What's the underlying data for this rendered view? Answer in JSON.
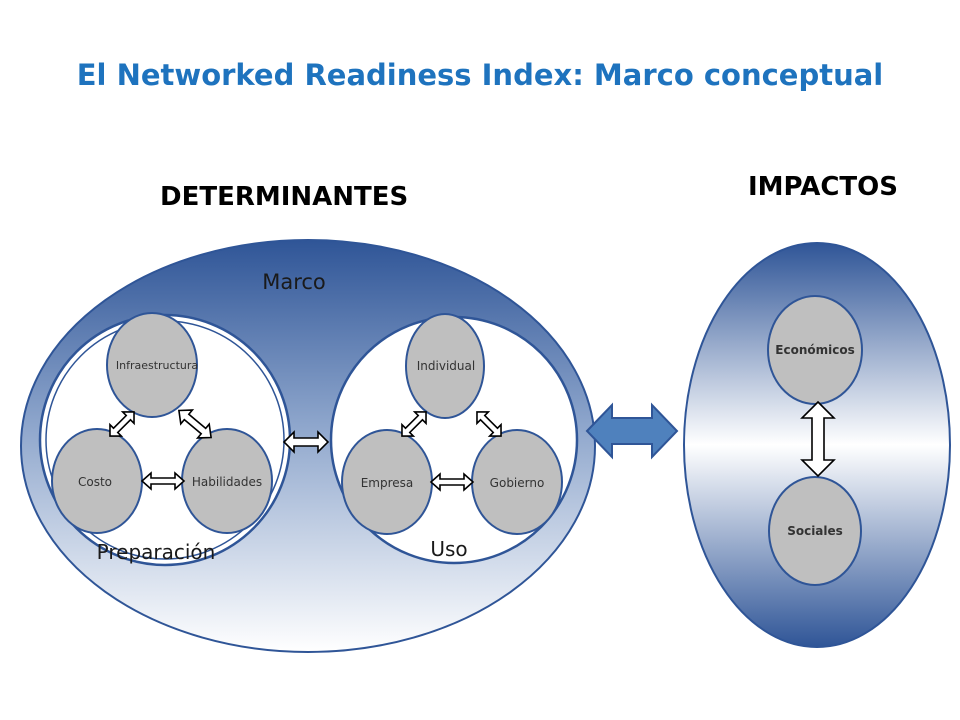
{
  "title": "El Networked Readiness Index: Marco conceptual",
  "sections": {
    "determinantes": "DETERMINANTES",
    "impactos": "IMPACTOS"
  },
  "determinantes": {
    "marco_label": "Marco",
    "preparacion": {
      "label": "Preparación",
      "nodes": {
        "top": "Infraestructura",
        "left": "Costo",
        "right": "Habilidades"
      }
    },
    "uso": {
      "label": "Uso",
      "nodes": {
        "top": "Individual",
        "left": "Empresa",
        "right": "Gobierno"
      }
    }
  },
  "impactos": {
    "nodes": {
      "top": "Económicos",
      "bottom": "Sociales"
    }
  },
  "colors": {
    "title": "#1e73be",
    "ellipse_dark": "#2f5597",
    "ellipse_light": "#ffffff",
    "node_fill": "#bfbfbf",
    "node_stroke": "#2f5597",
    "connector_arrow": "#4f81bd"
  }
}
